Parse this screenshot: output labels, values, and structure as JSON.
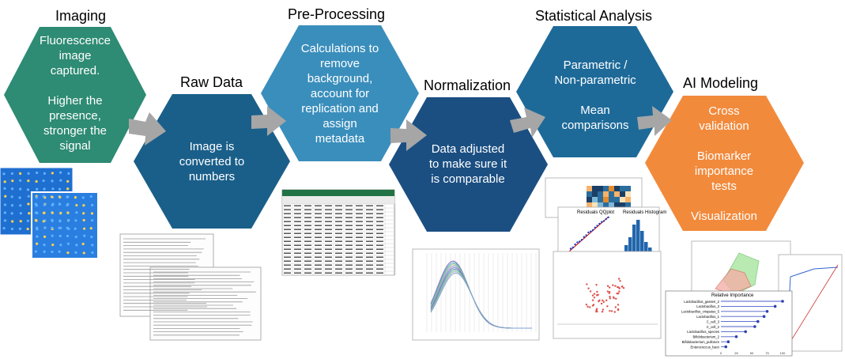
{
  "steps": [
    {
      "title": "Imaging",
      "color": "#2e8b74",
      "lines": [
        "Fluorescence",
        "image",
        "captured.",
        "",
        "Higher the",
        "presence,",
        "stronger the",
        "signal"
      ]
    },
    {
      "title": "Raw Data",
      "color": "#1a5f8a",
      "lines": [
        "Image is",
        "converted to",
        "numbers"
      ]
    },
    {
      "title": "Pre-Processing",
      "color": "#3a8ebc",
      "lines": [
        "Calculations to",
        "remove",
        "background,",
        "account for",
        "replication and",
        "assign",
        "metadata"
      ]
    },
    {
      "title": "Normalization",
      "color": "#1b4f82",
      "lines": [
        "Data adjusted",
        "to make sure it",
        "is comparable"
      ]
    },
    {
      "title": "Statistical Analysis",
      "color": "#1d6a99",
      "lines": [
        "Parametric /",
        "Non-parametric",
        "",
        "Mean",
        "comparisons"
      ]
    },
    {
      "title": "AI Modeling",
      "color": "#f28a3c",
      "lines": [
        "Cross",
        "validation",
        "",
        "Biomarker",
        "importance",
        "tests",
        "",
        "Visualization"
      ]
    }
  ],
  "arrow_color": "#a6a6a6",
  "thumbnails": {
    "residuals_qq": "Residuals QQplot",
    "residuals_hist": "Residuals Histogram",
    "relative_importance": "Relative Importance",
    "importance_labels": [
      "Lactobacillus_gasseri_2",
      "Lactobacillus_3",
      "Lactobacillus_crispatus_5",
      "Lactobacillus_1",
      "C_cell_3",
      "C_cell_2",
      "Lactobacillus_species",
      "Bifidobacterium_2",
      "Bifidobacterium_pullorum",
      "Enterococcus_faeci"
    ],
    "importance_values": [
      100,
      88,
      75,
      70,
      60,
      55,
      40,
      25,
      12,
      8
    ],
    "importance_ticks": [
      "0",
      "25",
      "50",
      "75",
      "100"
    ]
  }
}
